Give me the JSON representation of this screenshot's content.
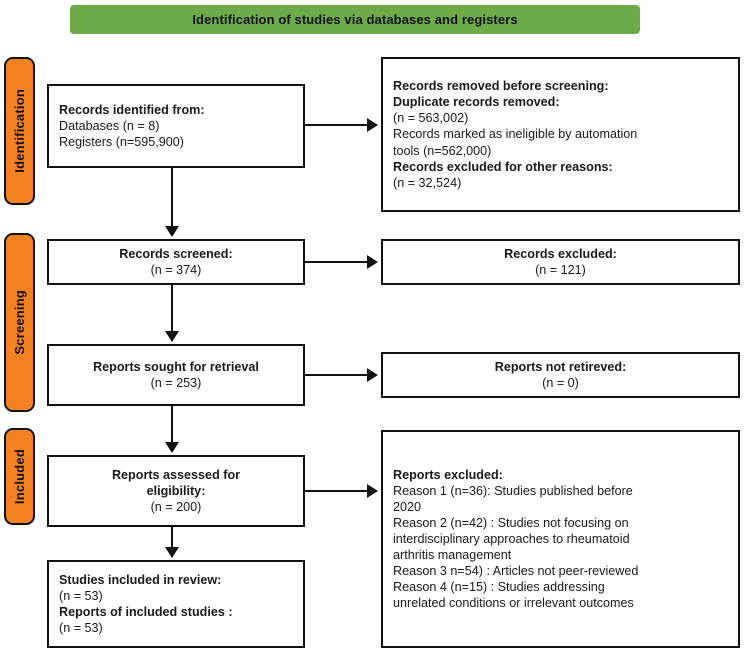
{
  "banner": {
    "title": "Identification of studies via databases and registers"
  },
  "stages": [
    {
      "id": "identification",
      "label": "Identification"
    },
    {
      "id": "screening",
      "label": "Screening"
    },
    {
      "id": "included",
      "label": "Included"
    }
  ],
  "colors": {
    "banner_green": "#6cab48",
    "stage_orange": "#f58220",
    "box_border": "#111111",
    "text": "#1a1a1a",
    "background": "#ffffff"
  },
  "boxes": {
    "identified": {
      "lines": [
        {
          "text": "Records identified from:",
          "bold": true
        },
        {
          "text": "Databases (n = 8)",
          "bold": false
        },
        {
          "text": "Registers (n=595,900)",
          "bold": false
        }
      ]
    },
    "removed": {
      "lines": [
        {
          "text": "Records removed before screening:",
          "bold": true
        },
        {
          "text": "Duplicate records removed:",
          "bold": true
        },
        {
          "text": "(n = 563,002)",
          "bold": false
        },
        {
          "text": "Records marked as ineligible by automation",
          "bold": false
        },
        {
          "text": "tools (n=562,000)",
          "bold": false
        },
        {
          "text": "Records excluded for other reasons:",
          "bold": true
        },
        {
          "text": "(n = 32,524)",
          "bold": false
        }
      ]
    },
    "screened": {
      "lines": [
        {
          "text": "Records screened:",
          "bold": true
        },
        {
          "text": "(n = 374)",
          "bold": false
        }
      ]
    },
    "excluded_screened": {
      "lines": [
        {
          "text": "Records excluded:",
          "bold": true
        },
        {
          "text": "(n = 121)",
          "bold": false
        }
      ]
    },
    "sought": {
      "lines": [
        {
          "text": "Reports sought for retrieval",
          "bold": true
        },
        {
          "text": "(n = 253)",
          "bold": false
        }
      ]
    },
    "not_retrieved": {
      "lines": [
        {
          "text": "Reports not  retireved:",
          "bold": true
        },
        {
          "text": "(n = 0)",
          "bold": false
        }
      ]
    },
    "assessed": {
      "lines": [
        {
          "text": "Reports assessed for",
          "bold": true
        },
        {
          "text": "eligibility:",
          "bold": true
        },
        {
          "text": "(n = 200)",
          "bold": false
        }
      ]
    },
    "excluded_reports": {
      "lines": [
        {
          "text": "Reports excluded:",
          "bold": true
        },
        {
          "text": "Reason 1 (n=36): Studies published before",
          "bold": false
        },
        {
          "text": "2020",
          "bold": false
        },
        {
          "text": "Reason 2 (n=42) : Studies not focusing on",
          "bold": false
        },
        {
          "text": "interdisciplinary approaches to rheumatoid",
          "bold": false
        },
        {
          "text": "arthritis management",
          "bold": false
        },
        {
          "text": "Reason 3 n=54) : Articles not peer-reviewed",
          "bold": false
        },
        {
          "text": "Reason 4 (n=15) : Studies addressing",
          "bold": false
        },
        {
          "text": "unrelated conditions or irrelevant outcomes",
          "bold": false
        }
      ]
    },
    "included": {
      "lines": [
        {
          "text": "Studies included in review:",
          "bold": true
        },
        {
          "text": "(n = 53)",
          "bold": false
        },
        {
          "text": "Reports of included studies :",
          "bold": true
        },
        {
          "text": "(n = 53)",
          "bold": false
        }
      ]
    }
  }
}
